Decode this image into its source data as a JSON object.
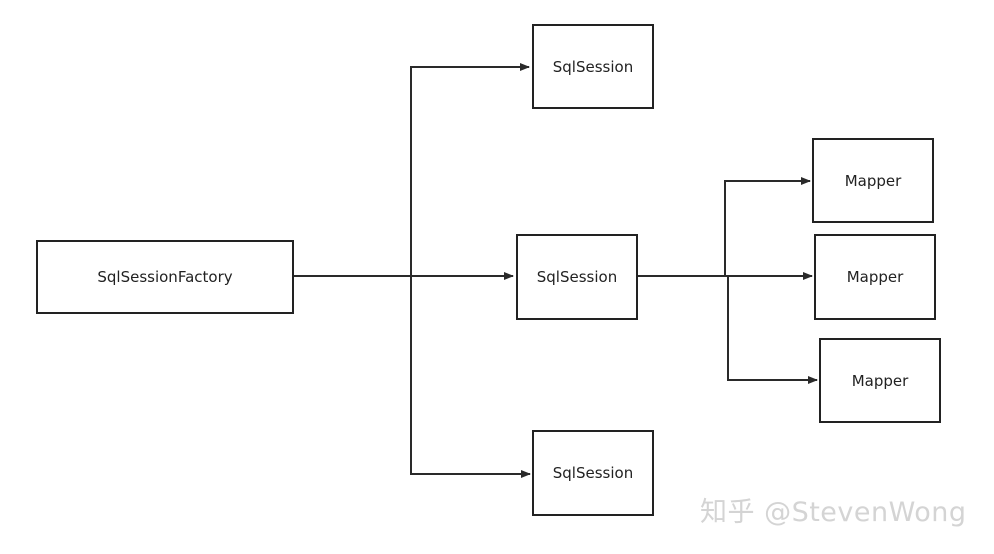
{
  "nodes": {
    "factory": {
      "label": "SqlSessionFactory"
    },
    "session_top": {
      "label": "SqlSession"
    },
    "session_mid": {
      "label": "SqlSession"
    },
    "session_bottom": {
      "label": "SqlSession"
    },
    "mapper_1": {
      "label": "Mapper"
    },
    "mapper_2": {
      "label": "Mapper"
    },
    "mapper_3": {
      "label": "Mapper"
    }
  },
  "edges": [
    {
      "from": "factory",
      "to": "session_top"
    },
    {
      "from": "factory",
      "to": "session_mid"
    },
    {
      "from": "factory",
      "to": "session_bottom"
    },
    {
      "from": "session_mid",
      "to": "mapper_1"
    },
    {
      "from": "session_mid",
      "to": "mapper_2"
    },
    {
      "from": "session_mid",
      "to": "mapper_3"
    }
  ],
  "watermark": "知乎 @StevenWong",
  "colors": {
    "stroke": "#222222",
    "text": "#222222",
    "watermark": "#d4d4d4",
    "background": "#ffffff"
  }
}
